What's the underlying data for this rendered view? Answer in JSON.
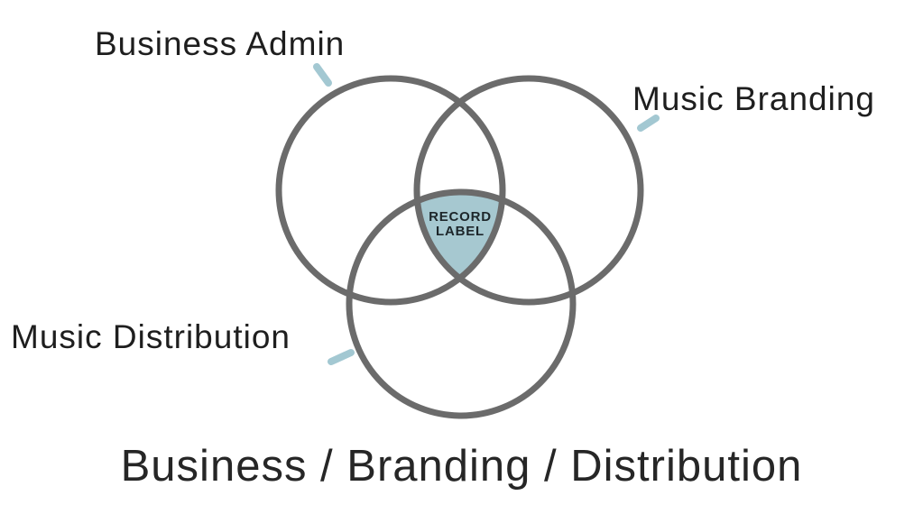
{
  "diagram": {
    "type": "venn",
    "title": "Business / Branding / Distribution",
    "sets": [
      {
        "id": "business-admin",
        "label": "Business Admin"
      },
      {
        "id": "music-branding",
        "label": "Music Branding"
      },
      {
        "id": "music-distribution",
        "label": "Music Distribution"
      }
    ],
    "intersection": {
      "line1": "RECORD",
      "line2": "LABEL"
    },
    "colors": {
      "background": "#ffffff",
      "circle_stroke": "#6b6b6b",
      "intersection_fill": "#a6c8d0",
      "tick": "#a3c8d2",
      "label_text": "#1e1e1e",
      "title_text": "#262626",
      "intersection_text": "#1d262a"
    }
  }
}
